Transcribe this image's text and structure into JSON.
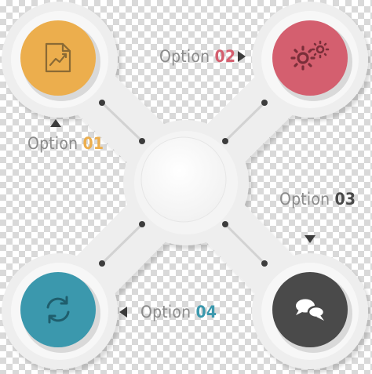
{
  "options": [
    {
      "word": "Option",
      "number": "01",
      "color": "#ecae4d",
      "icon": "chart-document-icon"
    },
    {
      "word": "Option",
      "number": "02",
      "color": "#d45f6f",
      "icon": "gears-icon"
    },
    {
      "word": "Option",
      "number": "03",
      "color": "#4a4a4a",
      "icon": "speech-bubbles-icon"
    },
    {
      "word": "Option",
      "number": "04",
      "color": "#3b98ad",
      "icon": "refresh-icon"
    }
  ],
  "colors": {
    "frame": "#eeeeee",
    "frame_shadow": "#d6d6d6",
    "connector_line": "#d2d2d2",
    "dot": "#3c3c3c",
    "hub_center": "#ffffff"
  }
}
